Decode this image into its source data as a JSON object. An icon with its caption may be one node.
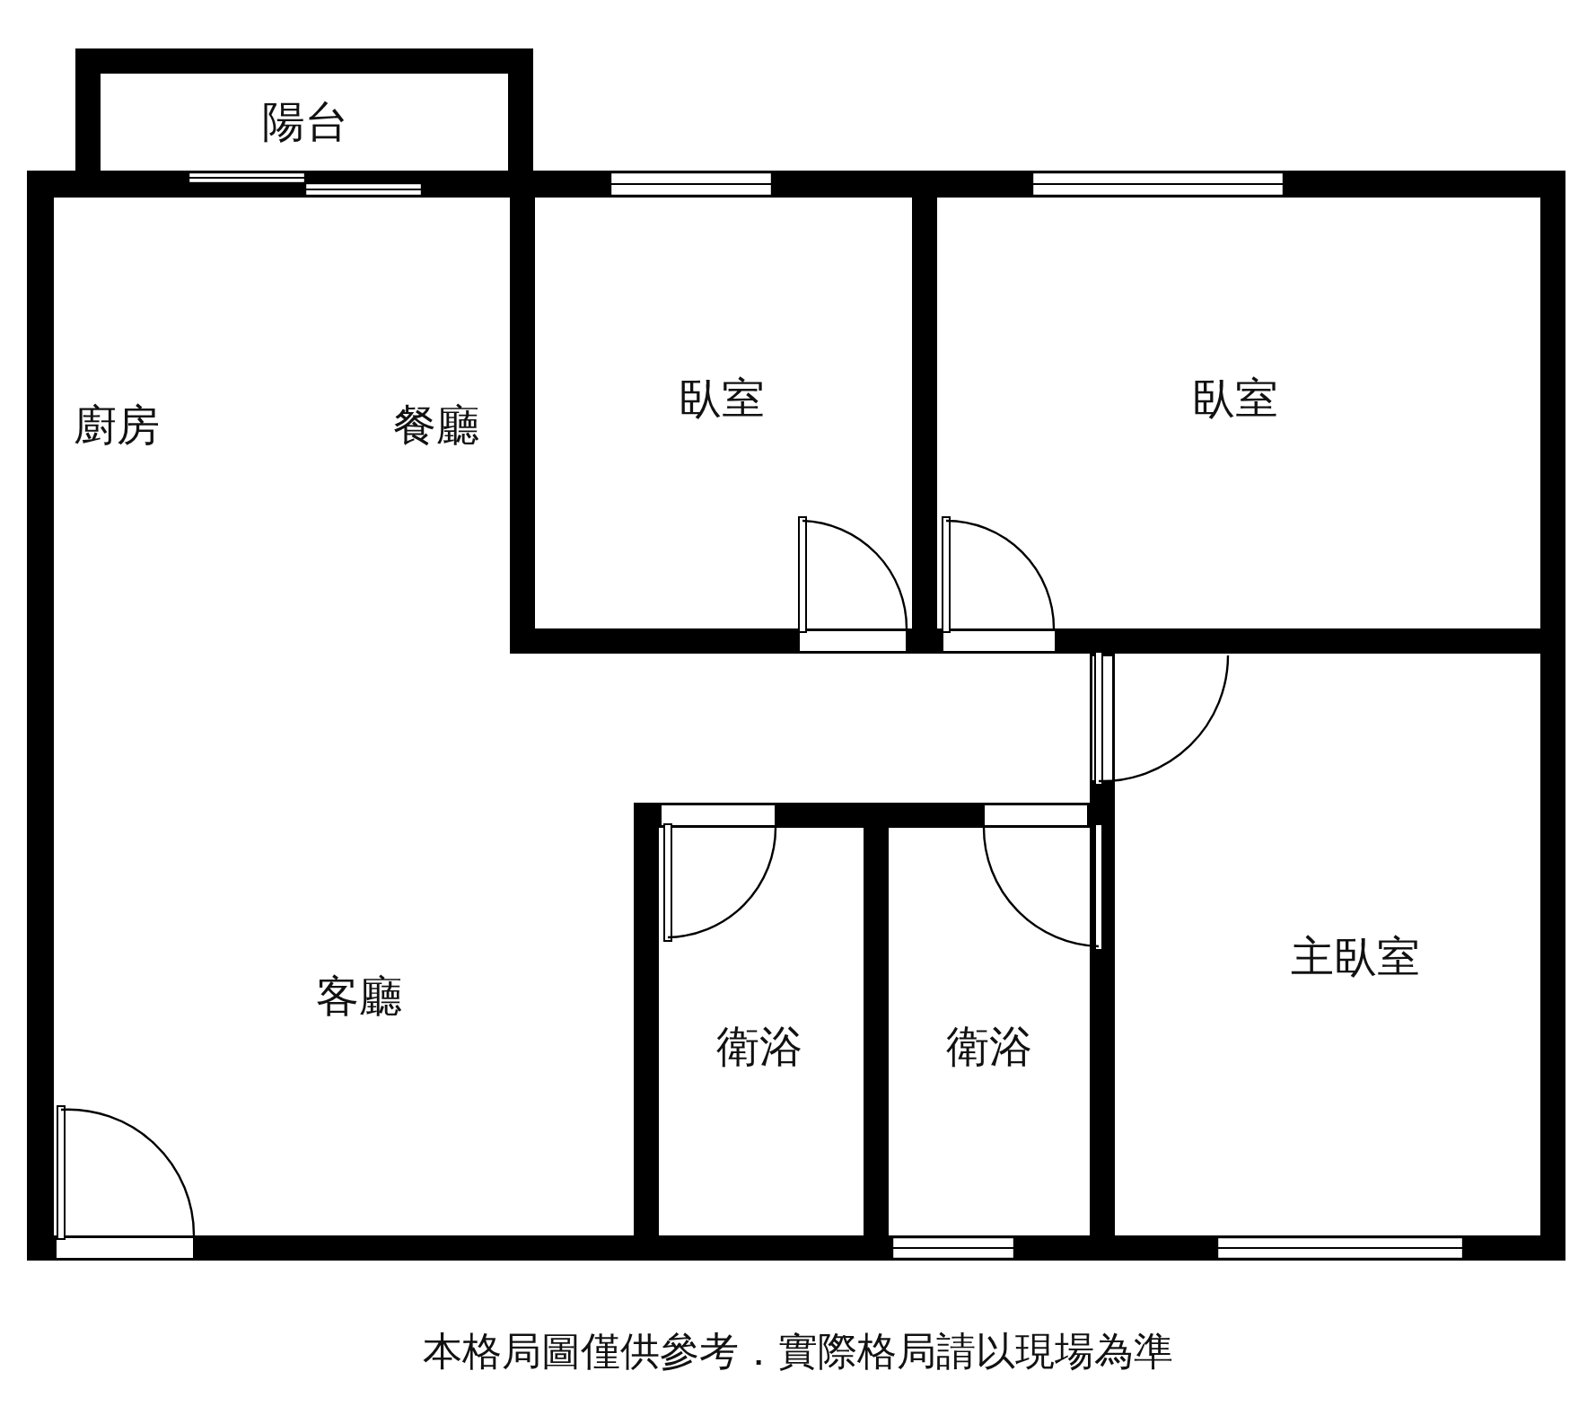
{
  "diagram": {
    "caption": "本格局圖僅供參考．實際格局請以現場為準",
    "nodes": [
      {
        "text": [
          "陽台"
        ]
      },
      {
        "text": [
          "廚房",
          "餐廳",
          "客廳"
        ]
      },
      {
        "text": [
          "臥室"
        ]
      },
      {
        "text": [
          "臥室"
        ]
      },
      {
        "text": [
          "主臥室"
        ]
      },
      {
        "text": [
          "衛浴"
        ]
      },
      {
        "text": [
          "衛浴"
        ]
      }
    ]
  }
}
